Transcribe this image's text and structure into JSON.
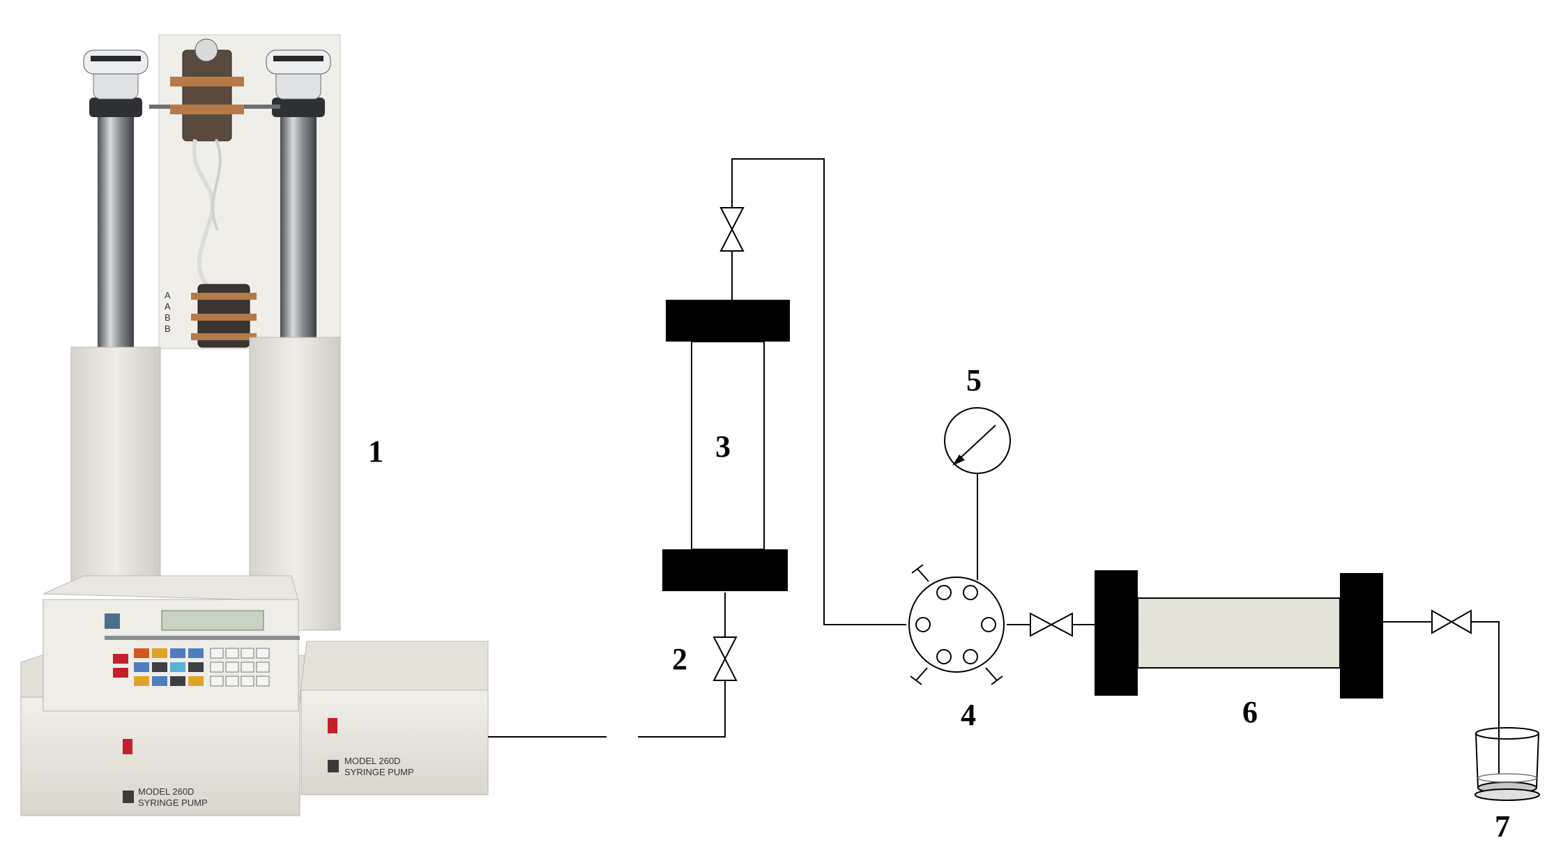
{
  "labels": {
    "pump": "1",
    "valve_inlet": "2",
    "vessel": "3",
    "six_port_valve": "4",
    "gauge": "5",
    "column": "6",
    "collector": "7"
  },
  "pump_panel": {
    "unit_a_model": "MODEL 260D",
    "unit_a_sub": "SYRINGE PUMP",
    "unit_b_model": "MODEL 260D",
    "unit_b_sub": "SYRINGE PUMP",
    "port_labels": [
      "A",
      "A",
      "B",
      "B"
    ]
  },
  "colors": {
    "line": "#000000",
    "column_fill": "#e3e3d8",
    "pump_body": "#e8e6df",
    "steel": "#8e9296",
    "screen": "#c9d3c1"
  }
}
